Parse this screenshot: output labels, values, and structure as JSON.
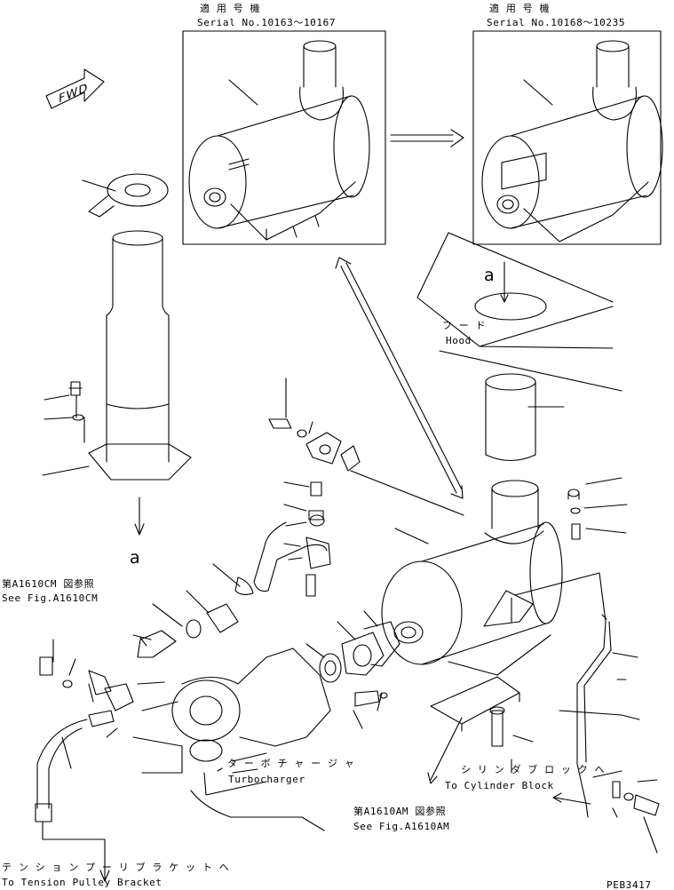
{
  "inset_left": {
    "jp": "適 用 号 機",
    "serial": "Serial No.10163～10167"
  },
  "inset_right": {
    "jp": "適 用 号 機",
    "serial": "Serial No.10168～10235"
  },
  "fwd": "FWD",
  "hood": {
    "jp": "フ ー ド",
    "en": "Hood"
  },
  "ref_a_top": "a",
  "ref_a_bottom": "a",
  "fig_1610cm": {
    "jp": "第A1610CM 図参照",
    "en": "See Fig.A1610CM"
  },
  "turbo": {
    "jp": "タ ー ボ チ ャ ー ジ ャ",
    "en": "Turbocharger"
  },
  "cylinder": {
    "jp": "シ リ ン ダ ブ ロ ッ ク へ",
    "en": "To Cylinder Block"
  },
  "fig_1610am": {
    "jp": "第A1610AM 図参照",
    "en": "See Fig.A1610AM"
  },
  "tension": {
    "jp": "テ ン シ ョ ン プ ー リ ブ ラ ケ ッ ト へ",
    "en": "To Tension Pulley Bracket"
  },
  "page_code": "PEB3417",
  "colors": {
    "ink": "#000000",
    "paper": "#ffffff"
  }
}
